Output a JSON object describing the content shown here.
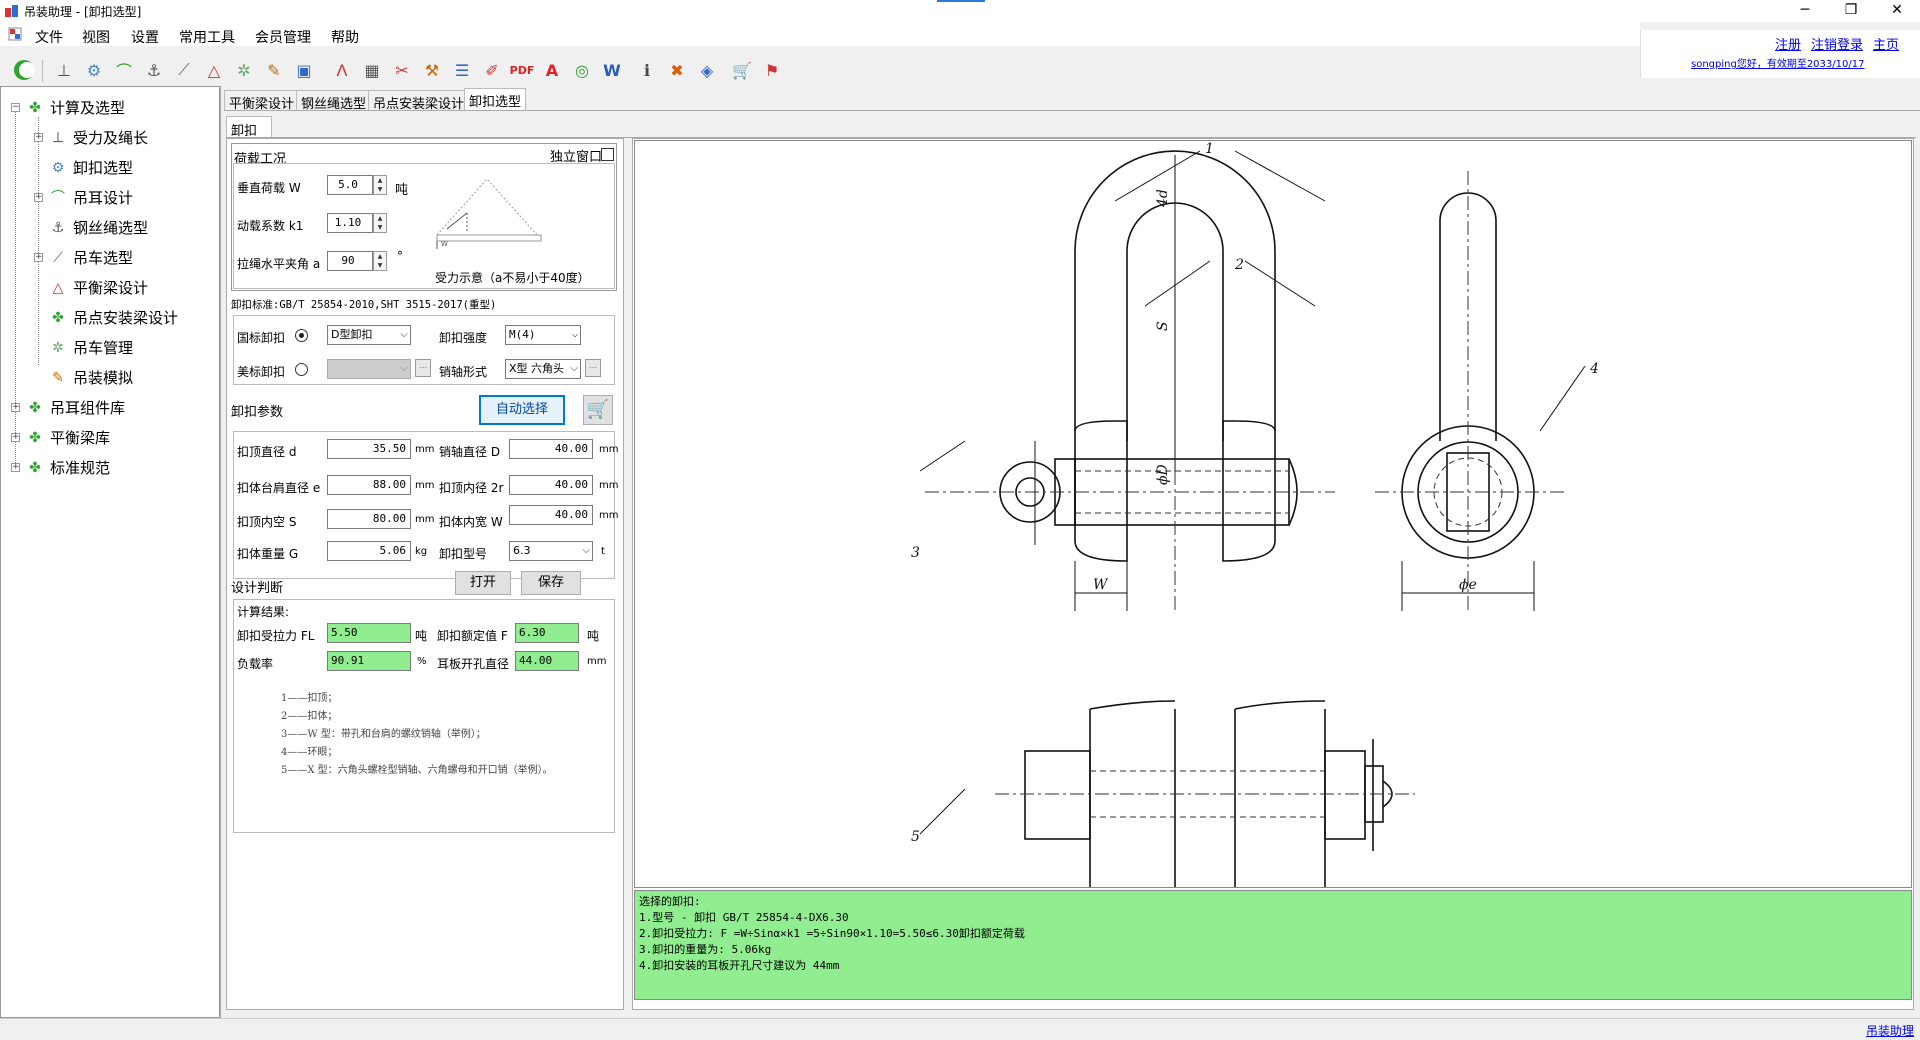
{
  "window": {
    "title": "吊装助理 - [卸扣选型]",
    "controls": [
      "─",
      "❐",
      "✕"
    ]
  },
  "menu": [
    "文件",
    "视图",
    "设置",
    "常用工具",
    "会员管理",
    "帮助"
  ],
  "top_links": {
    "register": "注册",
    "logout": "注销登录",
    "home": "主页",
    "user_status": "songping您好，有效期至2033/10/17"
  },
  "tree": {
    "root": "计算及选型",
    "children": [
      "受力及绳长",
      "卸扣选型",
      "吊耳设计",
      "钢丝绳选型",
      "吊车选型",
      "平衡梁设计",
      "吊点安装梁设计",
      "吊车管理",
      "吊装模拟"
    ],
    "others": [
      "吊耳组件库",
      "平衡梁库",
      "标准规范"
    ]
  },
  "tabs": [
    "平衡梁设计",
    "钢丝绳选型",
    "吊点安装梁设计",
    "卸扣选型"
  ],
  "inner_tab": "卸扣",
  "load": {
    "title": "荷载工况",
    "independent_window": "独立窗口",
    "vertical_load_label": "垂直荷载 W",
    "vertical_load": "5.0",
    "vertical_load_unit": "吨",
    "dynamic_factor_label": "动载系数 k1",
    "dynamic_factor": "1.10",
    "angle_label": "拉绳水平夹角 a",
    "angle": "90",
    "angle_unit": "°",
    "diagram_caption": "受力示意（a不易小于40度）",
    "diagram_w": "W"
  },
  "standard_text": "卸扣标准:GB/T 25854-2010,SHT 3515-2017(重型)",
  "selection": {
    "gb_label": "国标卸扣",
    "gb_type": "D型卸扣",
    "strength_label": "卸扣强度",
    "strength": "M(4)",
    "us_label": "美标卸扣",
    "us_type": "",
    "pin_label": "销轴形式",
    "pin": "X型 六角头"
  },
  "params": {
    "title": "卸扣参数",
    "auto_select": "自动选择",
    "rows": [
      {
        "l1": "扣顶直径 d",
        "v1": "35.50",
        "u1": "mm",
        "l2": "销轴直径 D",
        "v2": "40.00",
        "u2": "mm"
      },
      {
        "l1": "扣体台肩直径 e",
        "v1": "88.00",
        "u1": "mm",
        "l2": "扣顶内径 2r",
        "v2": "40.00",
        "u2": "mm"
      },
      {
        "l1": "扣顶内空 S",
        "v1": "80.00",
        "u1": "mm",
        "l2": "扣体内宽 W",
        "v2": "40.00",
        "u2": "mm"
      }
    ],
    "weight_label": "扣体重量 G",
    "weight": "5.06",
    "weight_unit": "kg",
    "model_label": "卸扣型号",
    "model": "6.3",
    "model_unit": "t"
  },
  "design": {
    "title": "设计判断",
    "open": "打开",
    "save": "保存",
    "result_title": "计算结果:",
    "force_label": "卸扣受拉力 FL",
    "force": "5.50",
    "force_unit": "吨",
    "rated_label": "卸扣额定值 F",
    "rated": "6.30",
    "rated_unit": "吨",
    "ratio_label": "负载率",
    "ratio": "90.91",
    "ratio_unit": "%",
    "hole_label": "耳板开孔直径",
    "hole": "44.00",
    "hole_unit": "mm",
    "notes": [
      "1——扣顶；",
      "2——扣体；",
      "3——W 型：带孔和台肩的螺纹销轴（举例）；",
      "4——环眼；",
      "5——X 型：六角头螺栓型销轴、六角螺母和开口销（举例）。"
    ]
  },
  "drawing": {
    "callouts": [
      "1",
      "2",
      "3",
      "4",
      "5"
    ],
    "dims": [
      "4d",
      "S",
      "ϕD",
      "W",
      "ϕe"
    ]
  },
  "result": {
    "title": "选择的卸扣:",
    "lines": [
      "1.型号 - 卸扣 GB/T 25854-4-DX6.30",
      "2.卸扣受拉力: F =W÷Sinα×k1 =5÷Sin90×1.10=5.50≤6.30卸扣额定荷载",
      "3.卸扣的重量为: 5.06kg",
      "4.卸扣安装的耳板开孔尺寸建议为 44mm"
    ]
  },
  "status_link": "吊装助理"
}
